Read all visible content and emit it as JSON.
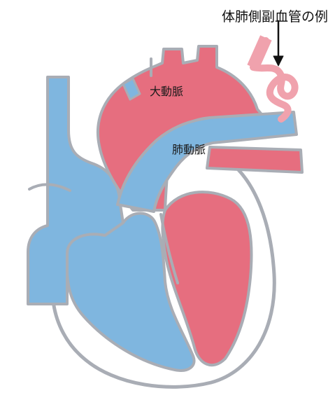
{
  "labels": {
    "collateral_example": "体肺側副血管の例",
    "aorta": "大動脈",
    "pulmonary_artery": "肺動脈"
  },
  "colors": {
    "venous_blue": "#7fb6df",
    "arterial_red": "#e66e7f",
    "collateral_pink": "#f0a2ad",
    "outline_gray": "#a9adb5",
    "background": "#ffffff"
  }
}
